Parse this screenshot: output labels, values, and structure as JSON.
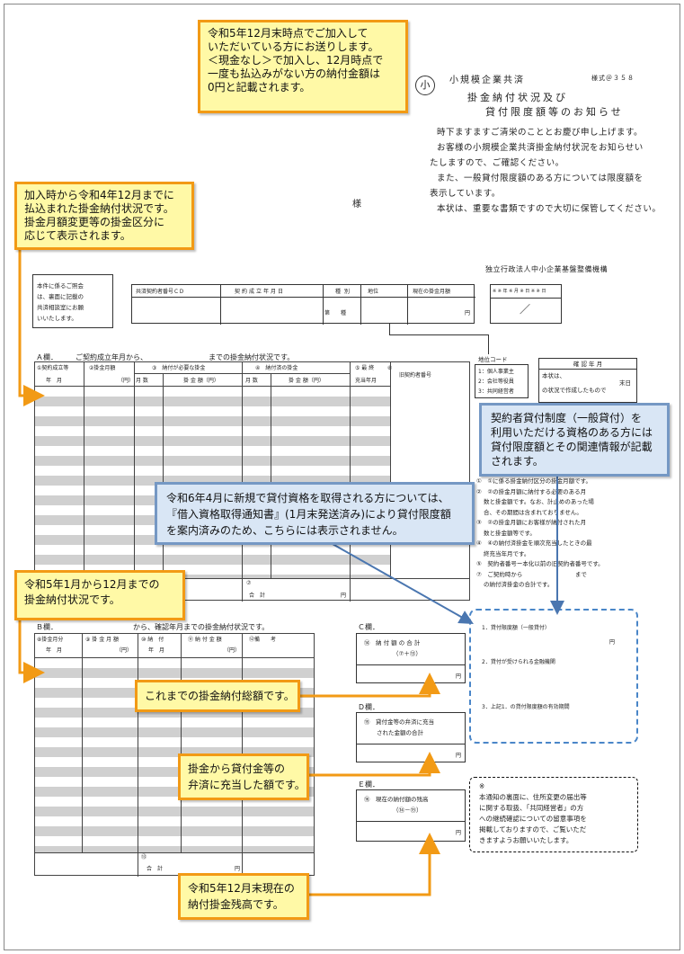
{
  "header": {
    "org_line": "小規模企業共済",
    "form_no": "様式＠３５８",
    "title1": "掛金納付状況及び",
    "title2": "貸付限度額等のお知らせ",
    "circle": "小"
  },
  "greeting": [
    "時下ますますご清栄のこととお慶び申し上げます。",
    "お客様の小規模企業共済掛金納付状況をお知らせい",
    "たしますので、ご確認ください。",
    "また、一般貸付限度額のある方については限度額を",
    "表示しています。",
    "本状は、重要な書類ですので大切に保管してください。"
  ],
  "sama": "様",
  "agency": "独立行政法人中小企業基盤整備機構",
  "contact_note": [
    "本件に係るご照会",
    "は、裏面に記載の",
    "共済相談室にお願",
    "いいたします。"
  ],
  "info_table": {
    "headers": [
      "共済契約者番号ＣＤ",
      "契約成立年月日",
      "種別",
      "地位",
      "現在の掛金月額"
    ],
    "kind": "第　　種",
    "yen": "円"
  },
  "small_table": {
    "h1": "※ ※ 年 ※ 月 ※ 日 ※ ※ 日",
    "slash": "／"
  },
  "status_code": {
    "title": "地位コード",
    "items": [
      "1：個人事業主",
      "2：会社等役員",
      "3：共同経営者"
    ]
  },
  "confirm": {
    "title": "確 認 年 月",
    "l1": "本状は、",
    "l2": "末日",
    "l3": "の状況で作成したもので"
  },
  "colA": {
    "title": "Ａ欄．　　　ご契約成立年月から、　　　　　　　　　までの掛金納付状況です。",
    "headers": [
      "①契約成立等",
      "②掛金月額",
      "③　納付が必要な掛金",
      "④　納付済の掛金",
      "⑤ 最 終",
      "⑥"
    ],
    "sub": [
      "年　月",
      "（円）",
      "月 数",
      "掛 金 額（円）",
      "月 数",
      "掛 金 額（円）",
      "充当年月",
      "旧契約者番号"
    ],
    "total_label": "⑦",
    "total_sum": "合　計",
    "yen": "円"
  },
  "colB": {
    "title": "Ｂ欄．　　　　　　　　　　　から、確認年月までの掛金納付状況です。",
    "headers": [
      "⑧掛金月分",
      "⑨ 掛 金 月 額",
      "⑩ 納　付",
      "⑪ 納 付 金 額",
      "⑫備　　考"
    ],
    "sub": [
      "年　月",
      "（円）",
      "年　月",
      "（円）"
    ],
    "total_label": "⑬",
    "total_sum": "合　計",
    "yen": "円"
  },
  "colC": {
    "title": "Ｃ欄．",
    "text1": "⑭　納 付 額 の 合 計",
    "text2": "（⑦＋⑬）",
    "yen": "円"
  },
  "colD": {
    "title": "Ｄ欄．",
    "text1": "⑮　貸付金等の弁済に充当",
    "text2": "された金額の合計",
    "yen": "円"
  },
  "colE": {
    "title": "Ｅ欄．",
    "text1": "⑯　現在の納付額の残高",
    "text2": "（⑭－⑮）",
    "yen": "円"
  },
  "notes": [
    "①　①に係る掛金納付区分の掛金月額です。",
    "②　②の掛金月額に納付する必要のある月",
    "数と掛金額です。なお、計止めのあった場",
    "合、その期間は含まれておりません。",
    "③　②の掛金月額にお客様が納付された月",
    "数と掛金額等です。",
    "④　④の納付済掛金を順次充当したときの最",
    "終充当年月です。",
    "⑤　契約者番号ー本化以前の旧契約者番号です。",
    "⑦　ご契約時から　　　　　　　　　まで",
    "の納付済掛金の合計です。"
  ],
  "loan_box": {
    "i1": "1．貸付限度額（一般貸付）",
    "yen": "円",
    "i2": "2．貸付が受けられる金融機関",
    "i3": "3．上記1．の貸付限度額の有効期間"
  },
  "bottom_note": [
    "※",
    "本通知の裏面に、住所変更の届出等",
    "に関する取扱、「共同経営者」の方",
    "への継続確認についての留意事項を",
    "掲載しておりますので、ご覧いただ",
    "きますようお願いいたします。"
  ],
  "callouts": {
    "c1": [
      "令和5年12月末時点でご加入して",
      "いただいている方にお送りします。",
      "＜現金なし＞で加入し、12月時点で",
      "一度も払込みがない方の納付金額は",
      "0円と記載されます。"
    ],
    "c2": [
      "加入時から令和4年12月までに",
      "払込まれた掛金納付状況です。",
      "掛金月額変更等の掛金区分に",
      "応じて表示されます。"
    ],
    "c3": [
      "契約者貸付制度（一般貸付）を",
      "利用いただける資格のある方には",
      "貸付限度額とその関連情報が記載",
      "されます。"
    ],
    "c4": [
      "令和6年4月に新規で貸付資格を取得される方については、",
      "『借入資格取得通知書』(1月末発送済み)により貸付限度額",
      "を案内済みのため、こちらには表示されません。"
    ],
    "c5": [
      "令和5年1月から12月までの",
      "掛金納付状況です。"
    ],
    "c6": [
      "これまでの掛金納付総額です。"
    ],
    "c7": [
      "掛金から貸付金等の",
      "弁済に充当した額です。"
    ],
    "c8": [
      "令和5年12月末現在の",
      "納付掛金残高です。"
    ]
  },
  "colors": {
    "callout_yellow": "#fff9a6",
    "callout_orange": "#f29a15",
    "callout_blue": "#d9e6f5",
    "blue_border": "#7598c4"
  }
}
